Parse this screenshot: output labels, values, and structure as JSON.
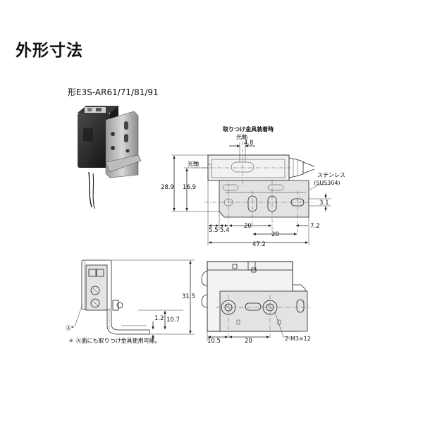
{
  "page": {
    "title": "外形寸法",
    "model": "形E3S-AR61/71/81/91"
  },
  "side_view": {
    "title": "取りつけ金具装着時",
    "optical_axis_top": "光軸",
    "optical_axis_left": "光軸",
    "material": "ステンレス",
    "material_code": "(SUS304)",
    "dims": {
      "d4_8": "4.8",
      "d28_9": "28.9",
      "d16_9": "16.9",
      "d3_1": "3.1",
      "d5_5": "5.5",
      "d5_4": "5.4",
      "d20a": "20",
      "d20b": "20",
      "d7_2": "7.2",
      "d47_2": "47.2"
    }
  },
  "bracket_view": {
    "marker": "Ⓐ*",
    "note": "＊ Ⓐ面にも取りつけ金具使用可能。",
    "dims": {
      "d31_5": "31.5",
      "d1_2": "1.2",
      "d10_7": "10.7"
    }
  },
  "front_view": {
    "dims": {
      "d10_5": "10.5",
      "d20": "20",
      "screws": "2-M3×12"
    }
  }
}
